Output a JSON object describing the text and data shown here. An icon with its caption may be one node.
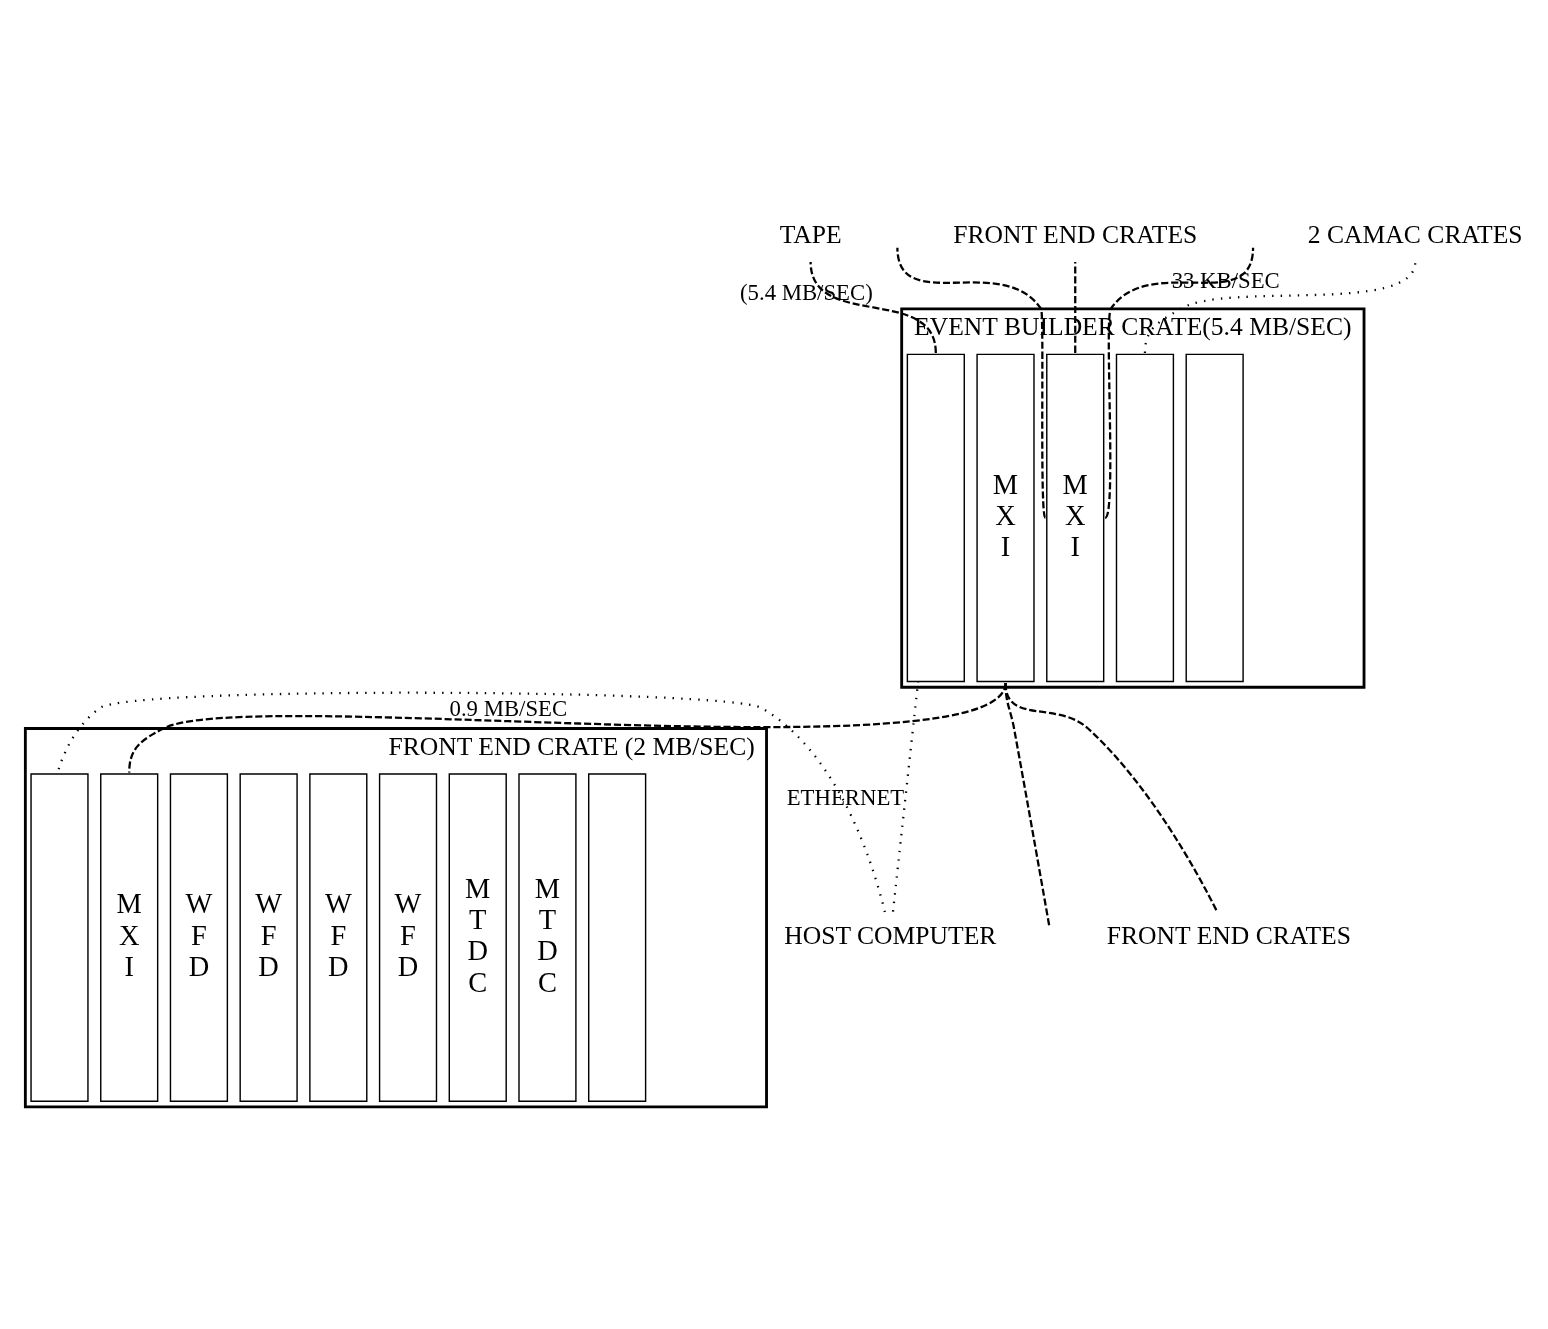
{
  "diagram": {
    "nodes": [
      {
        "text": [
          "EVENT BUILDER CRATE(5.4 MB/SEC)"
        ]
      },
      {
        "text": [],
        "shape": "box",
        "in": 0
      },
      {
        "text": [
          "M X I"
        ],
        "in": 0
      },
      {
        "text": [
          "M X I"
        ],
        "in": 0
      },
      {
        "text": [],
        "shape": "box",
        "in": 0
      },
      {
        "text": [],
        "shape": "box",
        "in": 0
      },
      {
        "text": [
          "FRONT END CRATE (2 MB/SEC)"
        ]
      },
      {
        "text": [],
        "shape": "box",
        "in": 6
      },
      {
        "text": [
          "M X I"
        ],
        "in": 6
      },
      {
        "text": [
          "W F D"
        ],
        "in": 6
      },
      {
        "text": [
          "W F D"
        ],
        "in": 6
      },
      {
        "text": [
          "W F D"
        ],
        "in": 6
      },
      {
        "text": [
          "W F D"
        ],
        "in": 6
      },
      {
        "text": [
          "M T D C"
        ],
        "in": 6
      },
      {
        "text": [
          "M T D C"
        ],
        "in": 6
      },
      {
        "text": [],
        "shape": "box",
        "in": 6
      },
      {
        "text": [
          "TAPE"
        ]
      },
      {
        "text": [
          "FRONT END CRATES"
        ]
      },
      {
        "text": [
          "2 CAMAC CRATES"
        ]
      },
      {
        "text": [
          "FRONT END CRATES"
        ]
      },
      {
        "text": [
          "HOST COMPUTER"
        ]
      }
    ],
    "edges": [
      {
        "from": 1,
        "to": 16,
        "arrow": "none",
        "label": "(5.4 MB/SEC)",
        "style": "dashed"
      },
      {
        "from": 3,
        "to": 17,
        "arrow": "none",
        "style": "dashed"
      },
      {
        "from": 3,
        "to": null,
        "arrow": "none",
        "style": "dashed"
      },
      {
        "from": 3,
        "to": null,
        "arrow": "none",
        "style": "dashed"
      },
      {
        "from": 4,
        "to": 18,
        "arrow": "none",
        "label": "33 KB/SEC"
      },
      {
        "from": 2,
        "to": 19,
        "arrow": "none",
        "style": "dashed"
      },
      {
        "from": 2,
        "to": null,
        "arrow": "none",
        "style": "dashed"
      },
      {
        "from": 2,
        "to": 8,
        "arrow": "none",
        "label": "0.9 MB/SEC",
        "style": "dashed"
      },
      {
        "from": 20,
        "to": 1,
        "arrow": "none",
        "label": "ETHERNET"
      },
      {
        "from": 20,
        "to": 7,
        "arrow": "none"
      }
    ]
  }
}
